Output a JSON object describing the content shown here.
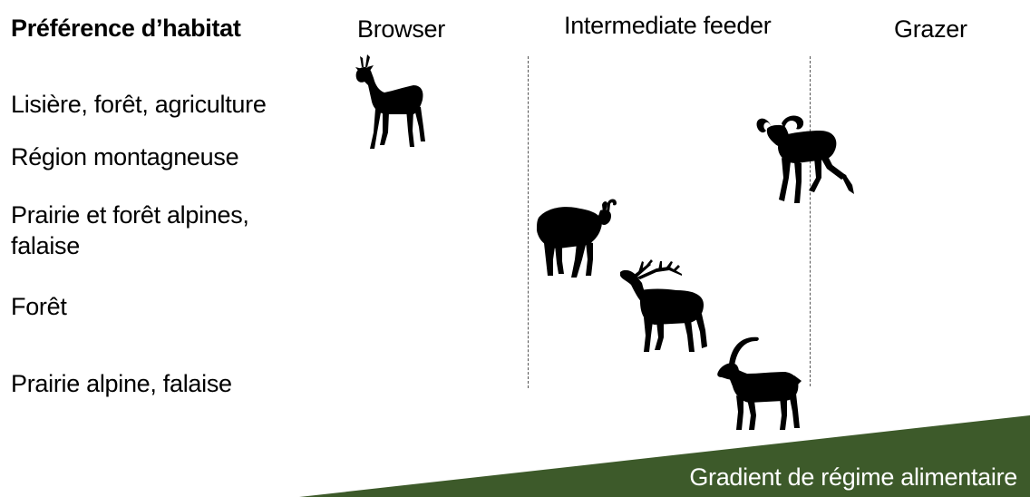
{
  "header": {
    "title": "Préférence d’habitat",
    "columns": [
      "Browser",
      "Intermediate feeder",
      "Grazer"
    ]
  },
  "habitats": [
    "Lisière, forêt, agriculture",
    "Région montagneuse",
    "Prairie et forêt alpines, falaise",
    "Forêt",
    "Prairie alpine, falaise"
  ],
  "animals": [
    {
      "name": "roe-deer",
      "icon": "roe-deer-icon"
    },
    {
      "name": "mouflon",
      "icon": "mouflon-icon"
    },
    {
      "name": "chamois",
      "icon": "chamois-icon"
    },
    {
      "name": "red-deer",
      "icon": "red-deer-icon"
    },
    {
      "name": "ibex",
      "icon": "ibex-icon"
    }
  ],
  "gradient": {
    "label": "Gradient de régime alimentaire",
    "color": "#3d5a2a"
  }
}
